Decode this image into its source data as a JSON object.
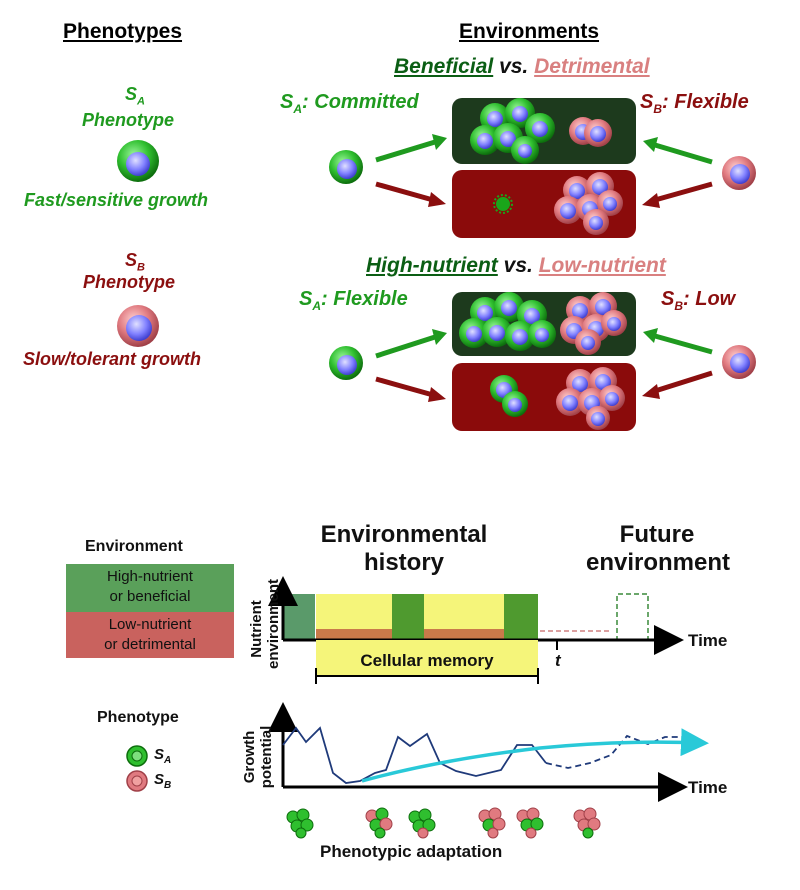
{
  "top": {
    "phenotypes_heading": "Phenotypes",
    "environments_heading": "Environments",
    "sa_symbol": "S",
    "sa_sub": "A",
    "sa_phenotype": "Phenotype",
    "sa_growth": "Fast/sensitive growth",
    "sb_symbol": "S",
    "sb_sub": "B",
    "sb_phenotype": "Phenotype",
    "sb_growth": "Slow/tolerant growth",
    "env1": {
      "good": "Beneficial",
      "vs": "vs.",
      "bad": "Detrimental",
      "sa_label": "Committed",
      "sb_label": "Flexible"
    },
    "env2": {
      "good": "High-nutrient",
      "vs": "vs.",
      "bad": "Low-nutrient",
      "sa_label": "Flexible",
      "sb_label": "Low"
    },
    "s_letter": "S",
    "sub_a": "A",
    "sub_b": "B",
    "colon": ":"
  },
  "bottom": {
    "environment_heading": "Environment",
    "legend_high": "High-nutrient\nor beneficial",
    "legend_low": "Low-nutrient\nor detrimental",
    "env_history": "Environmental\nhistory",
    "future_env": "Future\nenvironment",
    "nutrient_axis": "Nutrient\nenvironment",
    "time1": "Time",
    "t_marker": "t",
    "cellular_memory": "Cellular memory",
    "phenotype_heading": "Phenotype",
    "growth_axis": "Growth\npotential",
    "time2": "Time",
    "phenotypic_adaptation": "Phenotypic adaptation",
    "legend_sa_s": "S",
    "legend_sa_sub": "A",
    "legend_sb_s": "S",
    "legend_sb_sub": "B"
  },
  "colors": {
    "green_text": "#1f9a1f",
    "red_text": "#8b0f0f",
    "dark_green_box": "#1d3a1d",
    "dark_red_box": "#8b0b0b",
    "green_cell": "#2fbf2f",
    "pink_cell": "#e07a80",
    "blue_nucleus": "#8080ff",
    "high_bar": "#5a9a5a",
    "low_bar": "#c9705a",
    "memory_yellow": "#f5f57a",
    "cyan_trend": "#29c9d8"
  }
}
